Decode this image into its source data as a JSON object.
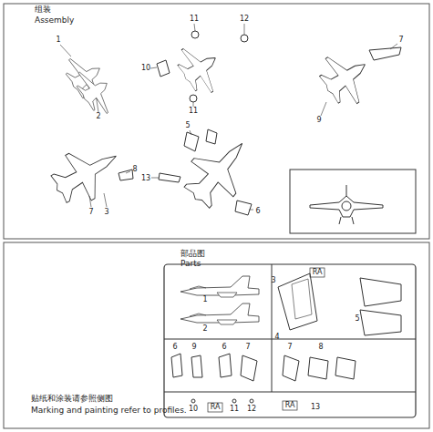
{
  "diagram": {
    "labels": [
      "组装",
      "Assembly",
      "1",
      "2",
      "11",
      "12",
      "10",
      "11",
      "7",
      "9",
      "5",
      "8",
      "3",
      "7",
      "13",
      "6",
      "部品图",
      "Parts",
      "RA",
      "3",
      "1",
      "2",
      "4",
      "5",
      "6",
      "9",
      "6",
      "7",
      "7",
      "8",
      "贴纸和涂装请参照侧图",
      "Marking and painting refer to profiles.",
      "10",
      "RA",
      "11",
      "12",
      "RA",
      "13"
    ]
  }
}
